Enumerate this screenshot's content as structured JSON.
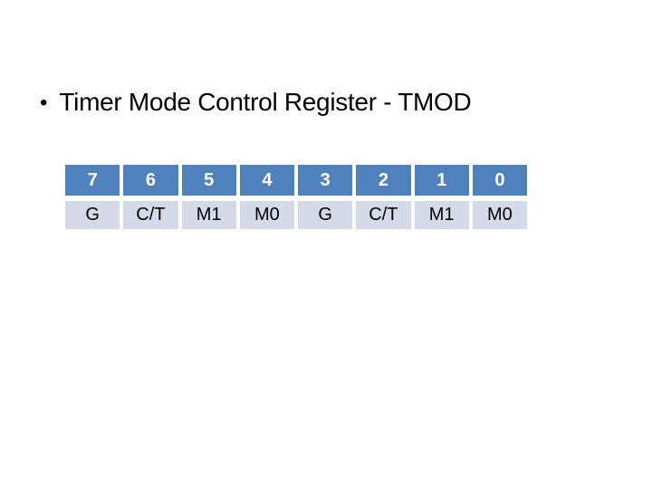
{
  "slide": {
    "bullet_glyph": "•",
    "title": "Timer Mode Control Register - TMOD"
  },
  "register_table": {
    "bits": [
      "7",
      "6",
      "5",
      "4",
      "3",
      "2",
      "1",
      "0"
    ],
    "fields": [
      "G",
      "C/T",
      "M1",
      "M0",
      "G",
      "C/T",
      "M1",
      "M0"
    ],
    "colors": {
      "header_bg": "#4f81bd",
      "header_text": "#ffffff",
      "field_bg": "#d4dae8",
      "field_text": "#000000"
    }
  }
}
